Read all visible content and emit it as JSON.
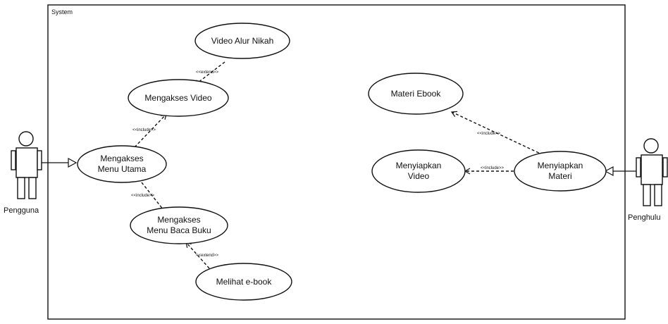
{
  "system": {
    "label": "System"
  },
  "actors": {
    "pengguna": "Pengguna",
    "penghulu": "Penghulu"
  },
  "usecases": {
    "video_alur_nikah": "Video Alur Nikah",
    "mengakses_video": "Mengakses Video",
    "mengakses_menu_utama": [
      "Mengakses",
      "Menu Utama"
    ],
    "mengakses_menu_baca_buku": [
      "Mengakses",
      "Menu Baca Buku"
    ],
    "melihat_ebook": "Melihat e-book",
    "materi_ebook": "Materi Ebook",
    "menyiapkan_video": [
      "Menyiapkan",
      "Video"
    ],
    "menyiapkan_materi": [
      "Menyiapkan",
      "Materi"
    ]
  },
  "relations": {
    "extend_video": "<<extend>>",
    "include_video": "<<include>>",
    "include_baca": "<<include>>",
    "extend_ebook": "<<extend>>",
    "include_materi_ebook": "<<include>>",
    "include_menyiapkan_video": "<<include>>"
  }
}
